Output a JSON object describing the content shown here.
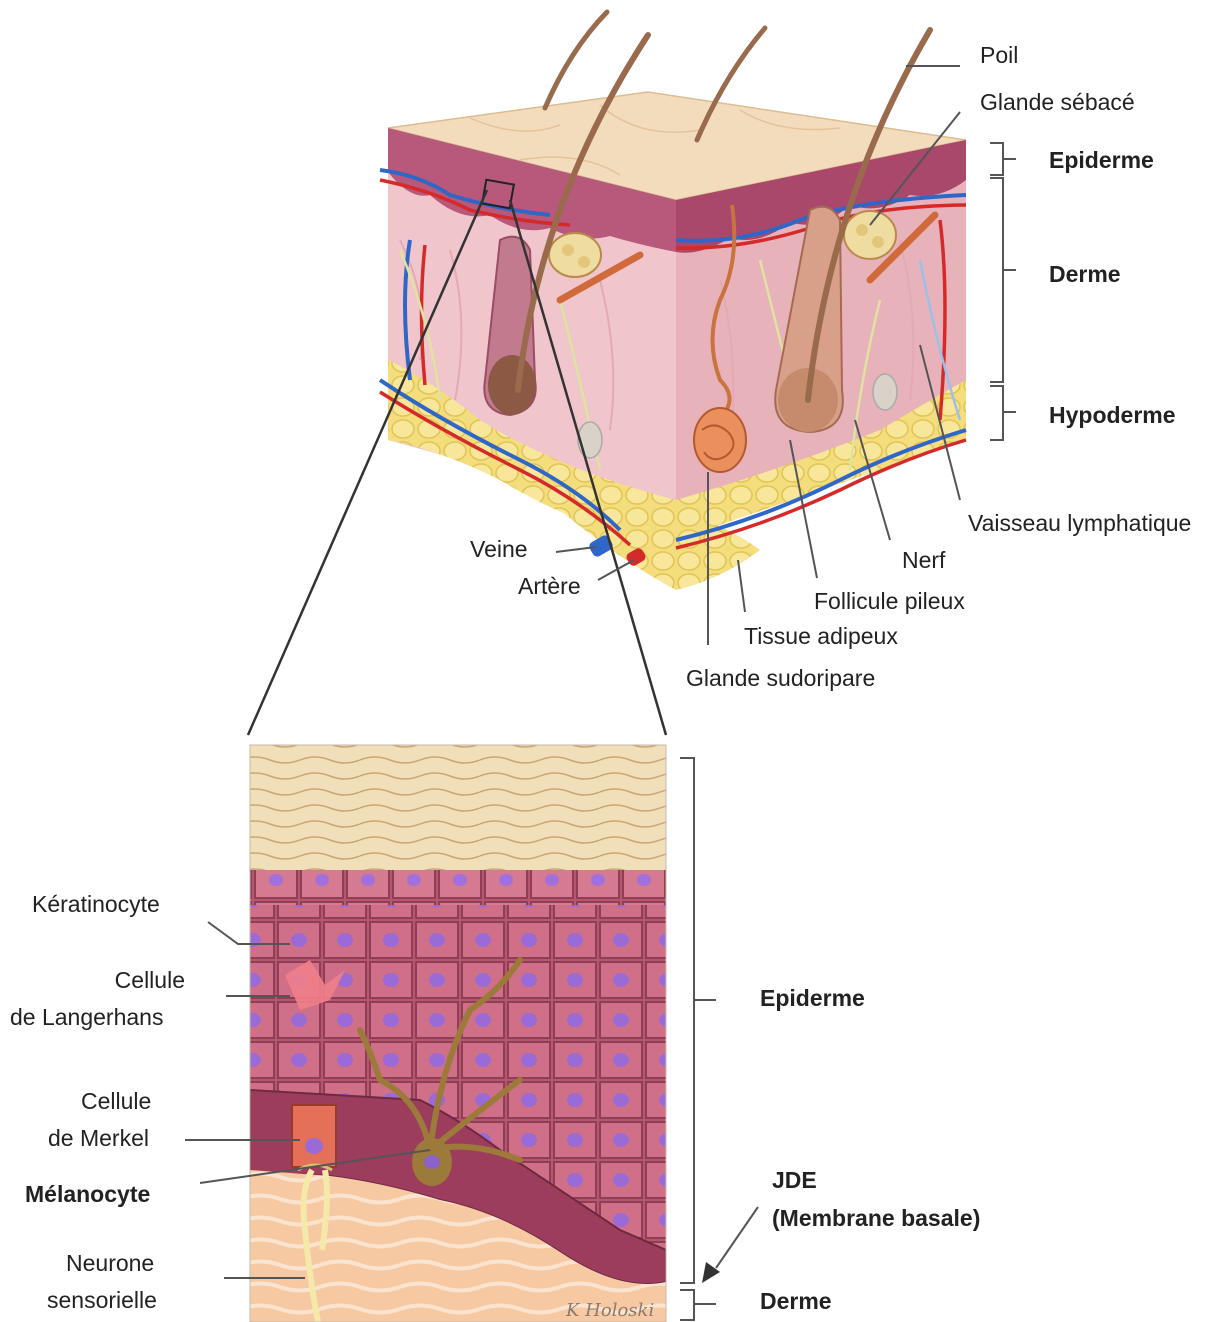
{
  "labels": {
    "poil": "Poil",
    "glande_sebace": "Glande sébacé",
    "epiderme_top": "Epiderme",
    "derme_top": "Derme",
    "hypoderme": "Hypoderme",
    "vaisseau": "Vaisseau lymphatique",
    "nerf": "Nerf",
    "follicule": "Follicule pileux",
    "tissue_adipeux": "Tissue adipeux",
    "glande_sudoripare": "Glande sudoripare",
    "veine": "Veine",
    "artere": "Artère",
    "keratinocyte": "Kératinocyte",
    "langerhans_1": "Cellule",
    "langerhans_2": "de Langerhans",
    "merkel_1": "Cellule",
    "merkel_2": "de Merkel",
    "melanocyte": "Mélanocyte",
    "neurone_1": "Neurone",
    "neurone_2": "sensorielle",
    "epiderme_bottom": "Epiderme",
    "jde_1": "JDE",
    "jde_2": "(Membrane basale)",
    "derme_bottom": "Derme"
  },
  "signature": "K Holoski",
  "colors": {
    "skin_top": "#f3dcbc",
    "epidermis": "#b8587a",
    "dermis": "#f0c6cc",
    "dermis_side": "#e8b4bc",
    "fat": "#f3dd7a",
    "hair": "#9a6a4c",
    "vein": "#2f67c9",
    "artery": "#d42a2a",
    "nerve": "#dfe3a0",
    "stratum_corneum": "#ecd6a8",
    "cell": "#c9617a",
    "nucleus": "#9a6ad6",
    "melanocyte": "#9c7a3a",
    "merkel": "#e4705a",
    "dermis_lower": "#f6c8a0",
    "line": "#333333"
  }
}
